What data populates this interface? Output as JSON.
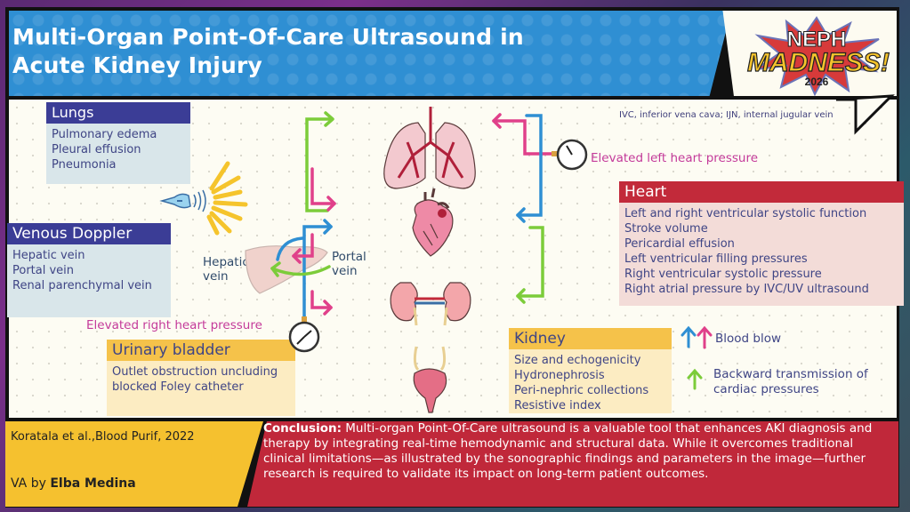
{
  "title": {
    "line1": "Multi-Organ Point-Of-Care Ultrasound in",
    "line2": "Acute Kidney Injury"
  },
  "logo": {
    "word1": "NEPH",
    "word2": "MADNESS!",
    "year": "2026"
  },
  "footnote": "IVC, inferior vena cava; IJN, internal jugular vein",
  "lungs": {
    "header": "Lungs",
    "items": [
      "Pulmonary edema",
      "Pleural effusion",
      "Pneumonia"
    ]
  },
  "venous_doppler": {
    "header": "Venous Doppler",
    "items": [
      "Hepatic vein",
      "Portal vein",
      "Renal parenchymal vein"
    ]
  },
  "heart": {
    "header": "Heart",
    "items": [
      "Left and right ventricular systolic function",
      "Stroke volume",
      "Pericardial effusion",
      "Left ventricular filling pressures",
      "Right ventricular systolic pressure",
      "Right atrial pressure by IVC/UV ultrasound"
    ]
  },
  "urinary_bladder": {
    "header": "Urinary bladder",
    "items": [
      "Outlet obstruction uncluding",
      "blocked Foley catheter"
    ]
  },
  "kidney": {
    "header": "Kidney",
    "items": [
      "Size and echogenicity",
      "Hydronephrosis",
      "Peri-nephric collections",
      "Resistive index"
    ]
  },
  "labels": {
    "elevated_left": "Elevated left heart pressure",
    "elevated_right": "Elevated right heart pressure",
    "hepatic_vein": [
      "Hepatic",
      "vein"
    ],
    "portal_vein": [
      "Portal",
      "vein"
    ]
  },
  "legend": {
    "blood_flow": "Blood blow",
    "backward": [
      "Backward transmission of",
      "cardiac pressures"
    ],
    "colors": {
      "blue": "#2f8fd3",
      "pink": "#e0408a",
      "green": "#7ccc3a"
    }
  },
  "footer": {
    "citation": "Koratala et al.,Blood Purif, 2022",
    "va_prefix": "VA by ",
    "va_author": "Elba Medina",
    "conclusion_label": "Conclusion:",
    "conclusion_text": " Multi-organ Point-Of-Care ultrasound is a valuable tool that enhances AKI diagnosis and therapy by integrating real-time hemodynamic and structural data. While it overcomes traditional clinical limitations—as illustrated by the sonographic findings and parameters in the image—further research is required to validate its impact on long-term patient outcomes."
  }
}
